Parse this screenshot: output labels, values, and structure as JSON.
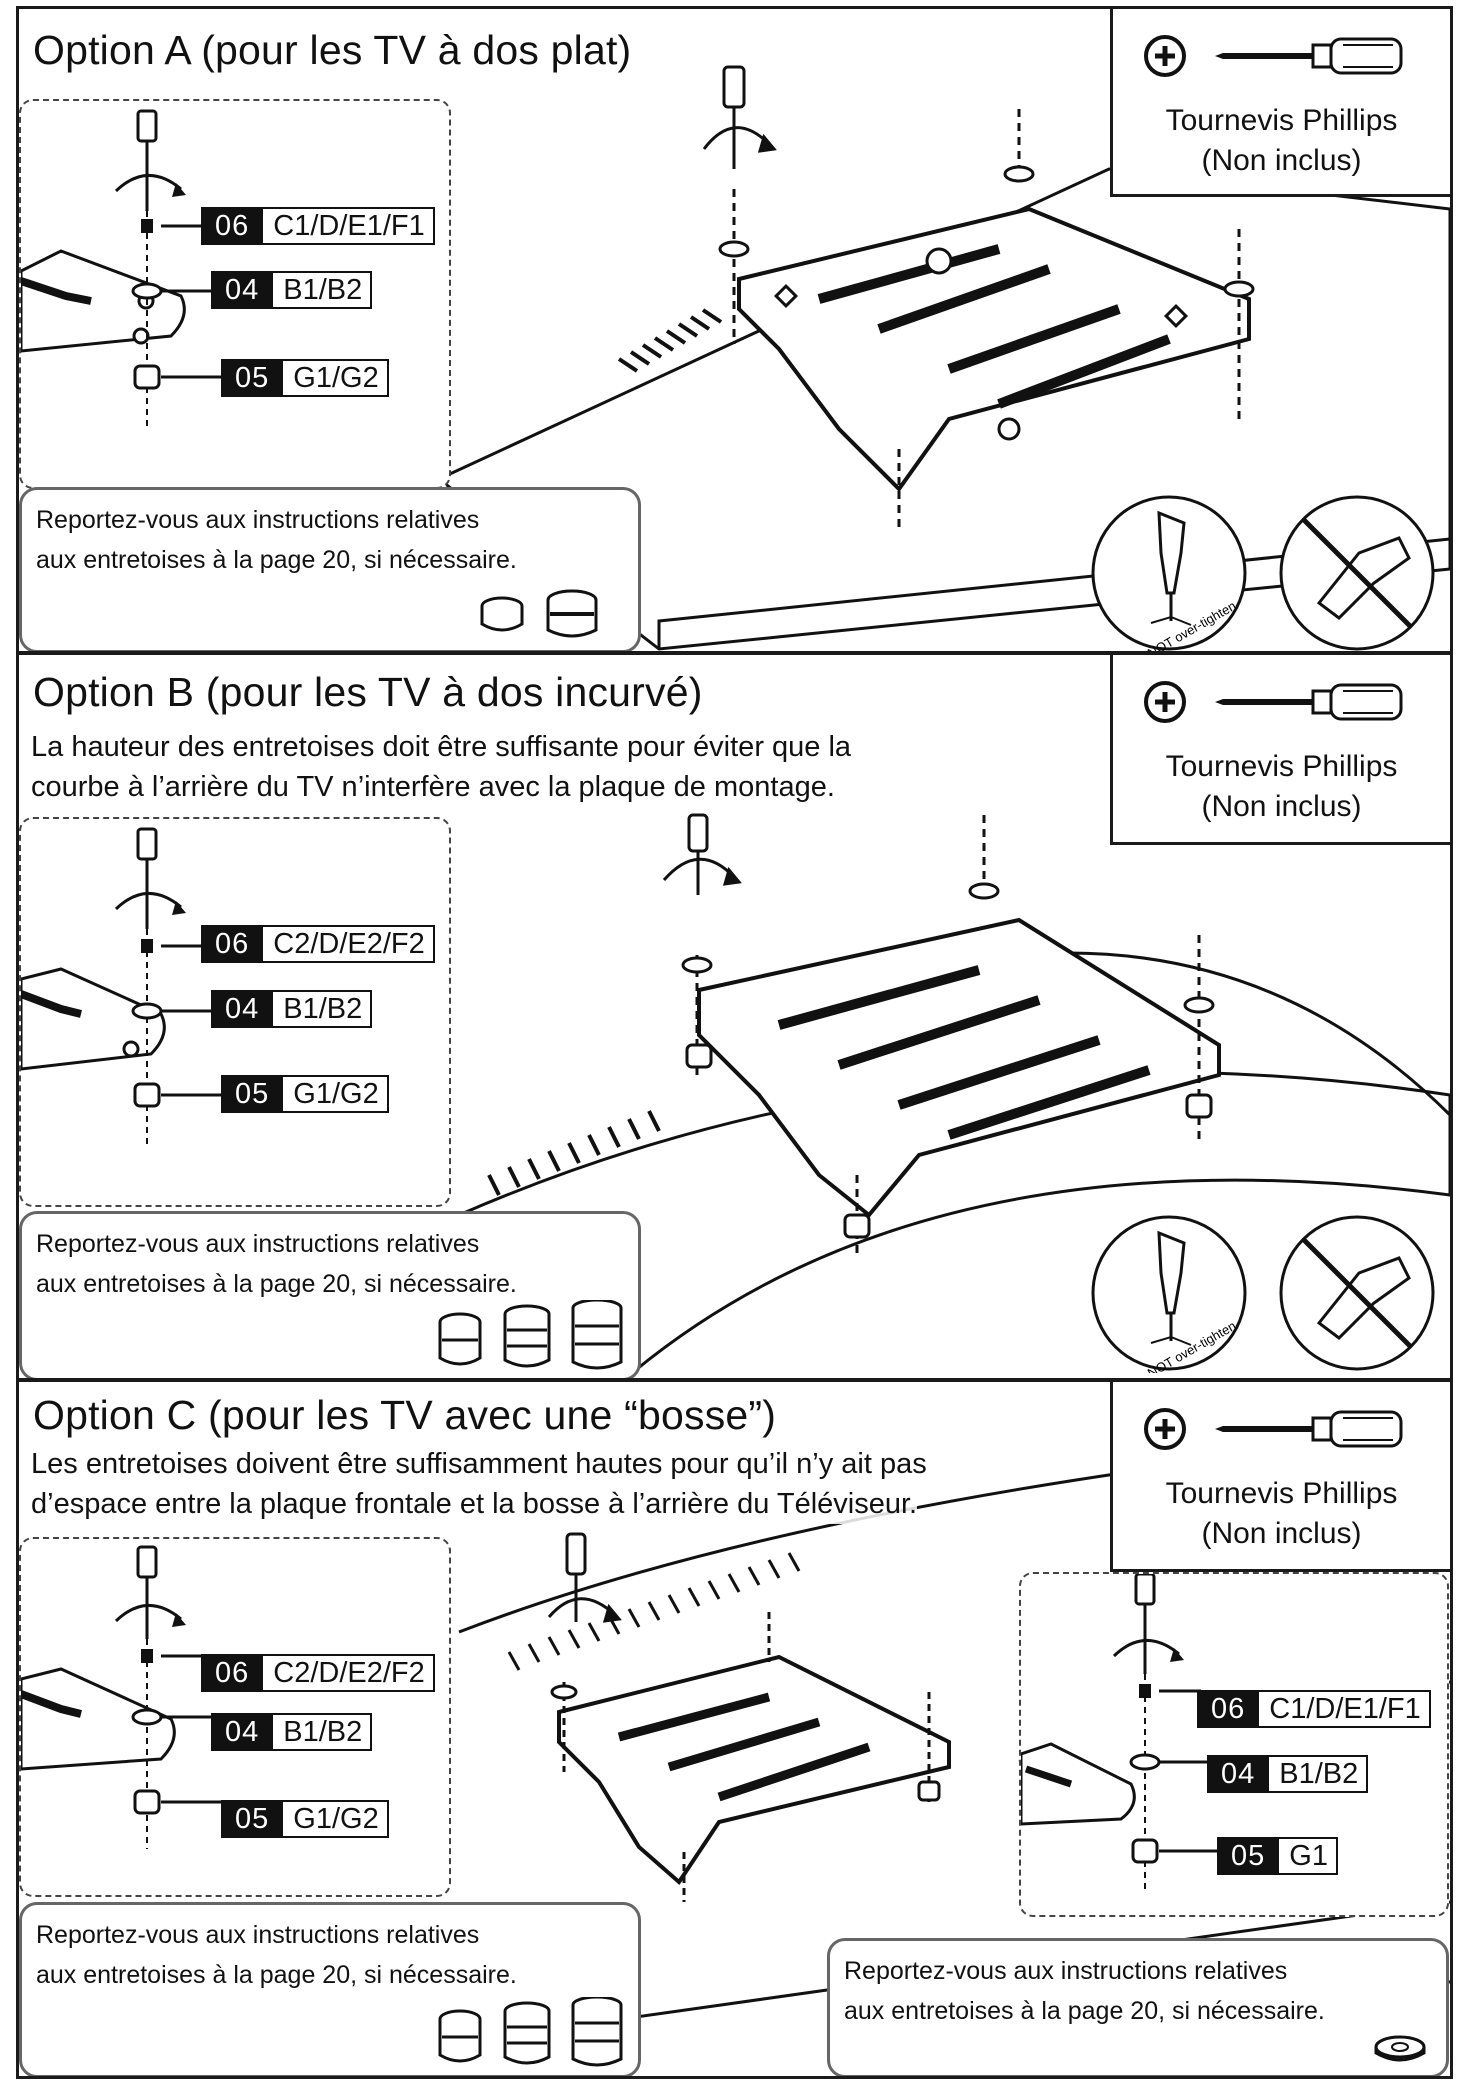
{
  "tool": {
    "name": "Tournevis Phillips",
    "note": "(Non inclus)"
  },
  "reference_text": {
    "line1": "Reportez-vous aux instructions relatives",
    "line2": "aux entretoises à la page 20, si nécessaire."
  },
  "warning_label": "DO NOT over-tighten",
  "options": [
    {
      "title": "Option A (pour les TV à dos plat)",
      "description": [],
      "tags": [
        {
          "num": "06",
          "parts": "C1/D/E1/F1"
        },
        {
          "num": "04",
          "parts": "B1/B2"
        },
        {
          "num": "05",
          "parts": "G1/G2"
        }
      ]
    },
    {
      "title": "Option B (pour les TV à dos incurvé)",
      "description": [
        "La hauteur des entretoises doit être suffisante pour éviter que la",
        "courbe à l’arrière du TV n’interfère avec la plaque de montage."
      ],
      "tags": [
        {
          "num": "06",
          "parts": "C2/D/E2/F2"
        },
        {
          "num": "04",
          "parts": "B1/B2"
        },
        {
          "num": "05",
          "parts": "G1/G2"
        }
      ]
    },
    {
      "title": "Option C (pour les TV avec une “bosse”)",
      "description": [
        "Les entretoises doivent être suffisamment hautes pour qu’il n’y ait pas",
        "d’espace entre la plaque frontale et la bosse à l’arrière du Téléviseur."
      ],
      "tags": [
        {
          "num": "06",
          "parts": "C2/D/E2/F2"
        },
        {
          "num": "04",
          "parts": "B1/B2"
        },
        {
          "num": "05",
          "parts": "G1/G2"
        }
      ],
      "tags_right": [
        {
          "num": "06",
          "parts": "C1/D/E1/F1"
        },
        {
          "num": "04",
          "parts": "B1/B2"
        },
        {
          "num": "05",
          "parts": "G1"
        }
      ]
    }
  ]
}
